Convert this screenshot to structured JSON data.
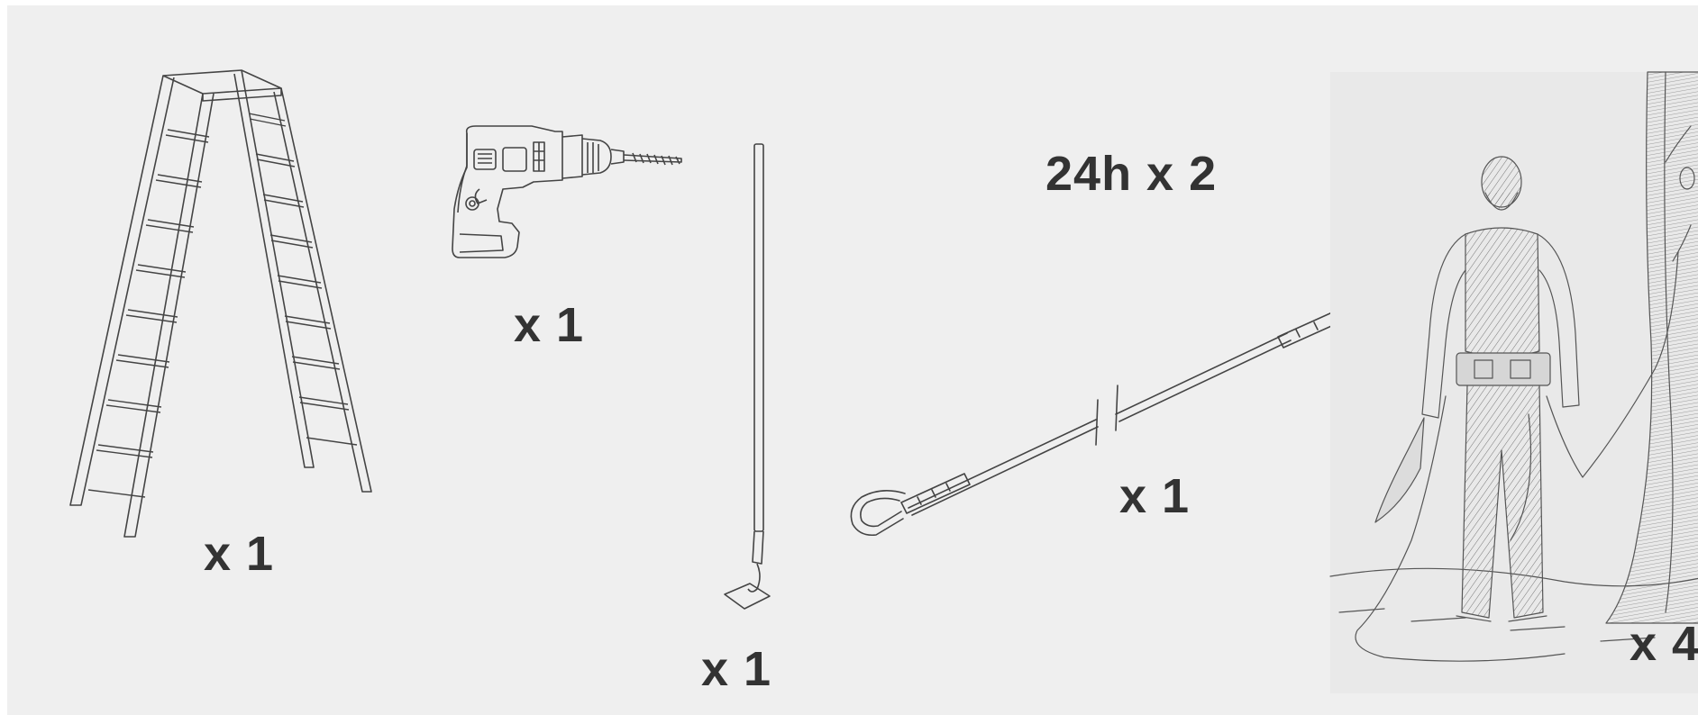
{
  "items": [
    {
      "icon": "ladder-icon",
      "quantity": "x 1"
    },
    {
      "icon": "drill-icon",
      "quantity": "x 1"
    },
    {
      "icon": "hoe-icon",
      "quantity": "x 1"
    },
    {
      "icon": "lanyard-icon",
      "quantity": "x 1"
    },
    {
      "icon": "engraving-man-icon",
      "quantity": "x 4"
    }
  ],
  "duration_label": "24h x 2",
  "colors": {
    "background": "#efefef",
    "text": "#333333",
    "line": "#444444"
  }
}
